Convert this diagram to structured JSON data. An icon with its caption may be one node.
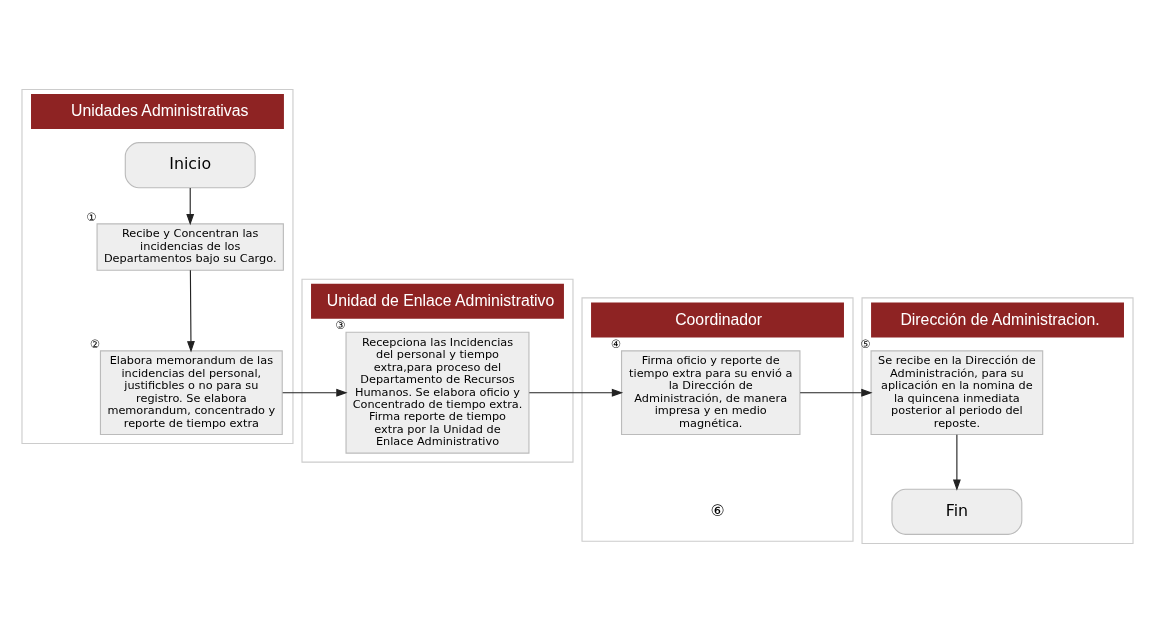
{
  "diagram": {
    "nodes": [
      {
        "text": [
          "Unidades Administrativas"
        ]
      },
      {
        "text": [
          "Inicio"
        ],
        "in": 0
      },
      {
        "text": [
          "Recibe y Concentran las incidencias de los Departamentos bajo su Cargo."
        ],
        "in": 0,
        "beside": [
          "①"
        ]
      },
      {
        "text": [
          "Elabora memorandum de las incidencias del personal, justificbles o no para su registro. Se elabora memorandum, concentrado y reporte de tiempo extra"
        ],
        "in": 0,
        "beside": [
          "②"
        ]
      },
      {
        "text": [
          "Unidad de Enlace Administrativo"
        ]
      },
      {
        "text": [
          "Recepciona las Incidencias del personal y tiempo extra,para proceso del Departamento de Recursos Humanos. Se elabora oficio y Concentrado de tiempo extra. Firma reporte de tiempo extra por la Unidad de Enlace Administrativo"
        ],
        "in": 4,
        "beside": [
          "③"
        ]
      },
      {
        "text": [
          "Coordinador"
        ]
      },
      {
        "text": [
          "Firma oficio y reporte de tiempo extra para su envió a la Dirección de Administración, de manera impresa y en medio magnética."
        ],
        "in": 6,
        "beside": [
          "④"
        ]
      },
      {
        "text": [
          "Dirección de Administracion."
        ]
      },
      {
        "text": [
          "Se recibe en la Dirección de Administración, para su aplicación en la nomina de la quincena inmediata posterior al periodo del reposte."
        ],
        "in": 8,
        "beside": [
          "⑤"
        ]
      },
      {
        "text": [
          "Fin"
        ],
        "in": 8
      }
    ],
    "edges": [
      {
        "from": 1,
        "to": 2,
        "arrow": "to"
      },
      {
        "from": 2,
        "to": 3,
        "arrow": "to"
      },
      {
        "from": 3,
        "to": 5,
        "arrow": "to"
      },
      {
        "from": 5,
        "to": 7,
        "arrow": "to"
      },
      {
        "from": 7,
        "to": 9,
        "arrow": "to"
      },
      {
        "from": 9,
        "to": 10,
        "arrow": "to"
      }
    ],
    "labels": [
      "⑥"
    ]
  }
}
